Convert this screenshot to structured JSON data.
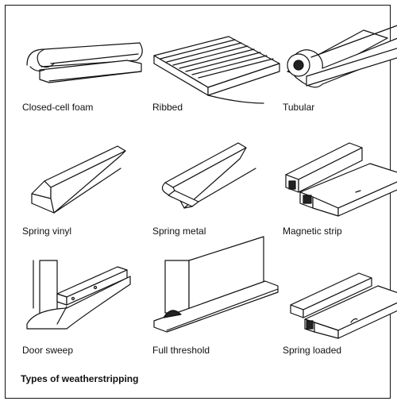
{
  "diagram": {
    "caption": "Types of weatherstripping",
    "items": [
      {
        "label": "Closed-cell foam"
      },
      {
        "label": "Ribbed"
      },
      {
        "label": "Tubular"
      },
      {
        "label": "Spring vinyl"
      },
      {
        "label": "Spring metal"
      },
      {
        "label": "Magnetic strip"
      },
      {
        "label": "Door sweep"
      },
      {
        "label": "Full threshold"
      },
      {
        "label": "Spring loaded"
      }
    ]
  }
}
